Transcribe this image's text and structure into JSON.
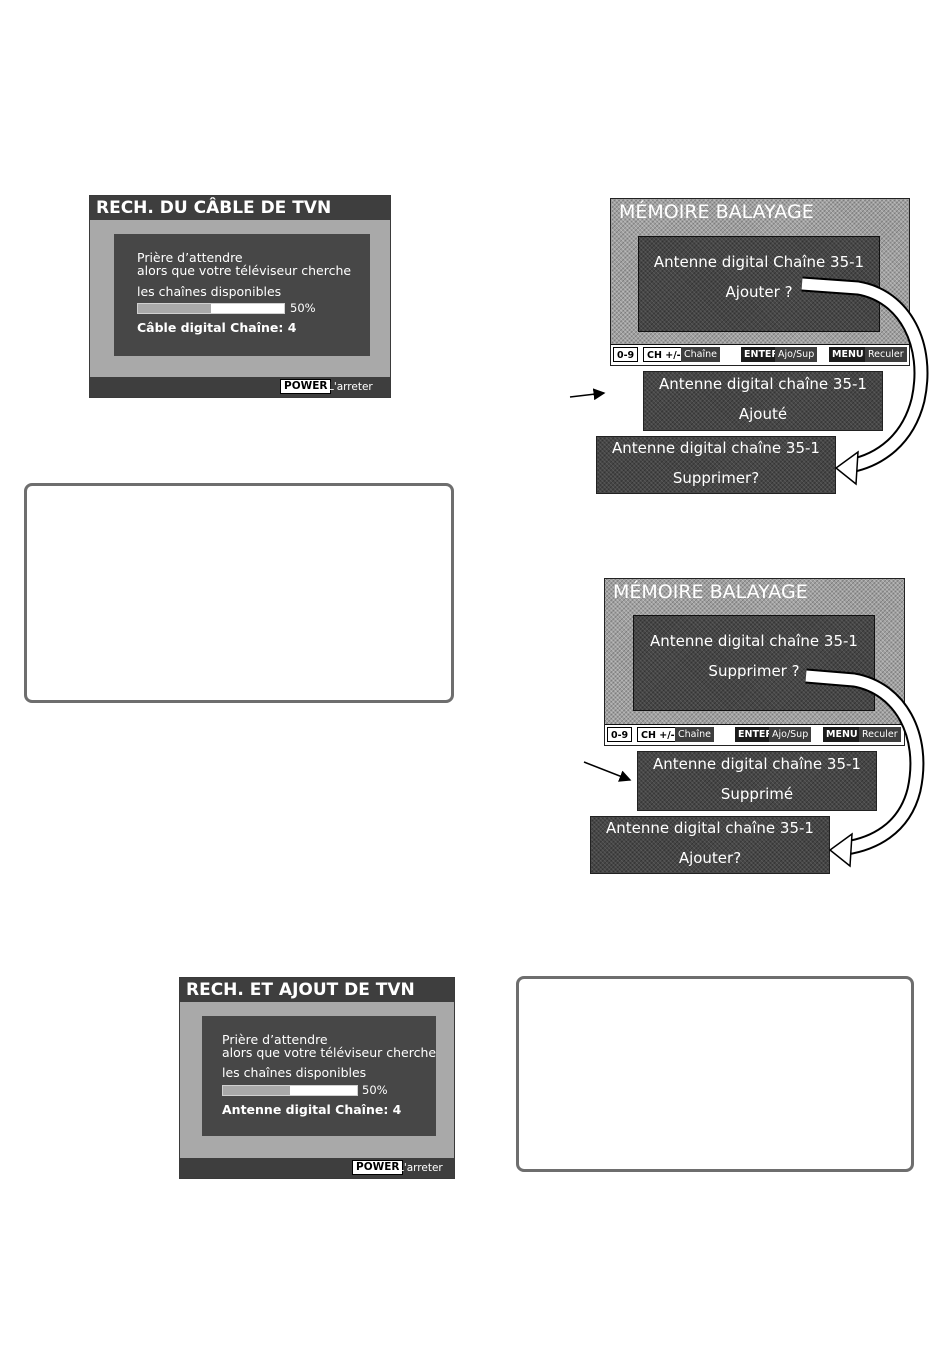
{
  "cable_search": {
    "title": "RECH. DU CÂBLE DE TVN",
    "line1": "Prière d’attendre",
    "line2": "alors que votre téléviseur cherche",
    "line3": "les chaînes disponibles",
    "progress_pct": 50,
    "progress_label": "50%",
    "status": "Câble digital Chaîne: 4",
    "power_key": "POWER",
    "power_desc": "L'arreter"
  },
  "antenna_search": {
    "title": "RECH. ET AJOUT DE TVN",
    "line1": "Prière d’attendre",
    "line2": "alors que votre téléviseur cherche",
    "line3": "les chaînes disponibles",
    "progress_pct": 50,
    "progress_label": "50%",
    "status": "Antenne digital Chaîne: 4",
    "power_key": "POWER",
    "power_desc": "L'arreter"
  },
  "memory_add": {
    "title": "MÉMOIRE BALAYAGE",
    "prompt_line1": "Antenne digital Chaîne 35-1",
    "prompt_line2": "Ajouter ?",
    "footer": {
      "key_digits": "0-9",
      "key_ch": "CH +/-",
      "desc_ch": "Chaîne",
      "key_enter": "ENTER",
      "desc_enter": "Ajo/Sup",
      "key_menu": "MENU",
      "desc_menu": "Reculer"
    },
    "result_line1": "Antenne digital chaîne 35-1",
    "result_line2": "Ajouté",
    "next_line1": "Antenne digital chaîne 35-1",
    "next_line2": "Supprimer?"
  },
  "memory_delete": {
    "title": "MÉMOIRE BALAYAGE",
    "prompt_line1": "Antenne digital chaîne 35-1",
    "prompt_line2": "Supprimer ?",
    "footer": {
      "key_digits": "0-9",
      "key_ch": "CH +/-",
      "desc_ch": "Chaîne",
      "key_enter": "ENTER",
      "desc_enter": "Ajo/Sup",
      "key_menu": "MENU",
      "desc_menu": "Reculer"
    },
    "result_line1": "Antenne digital chaîne 35-1",
    "result_line2": "Supprimé",
    "next_line1": "Antenne digital chaîne 35-1",
    "next_line2": "Ajouter?"
  },
  "colors": {
    "title_bar": "#3e3e3e",
    "panel": "#474747",
    "frame_gray": "#a9a9a9",
    "box_outline": "#6e6e6e"
  }
}
